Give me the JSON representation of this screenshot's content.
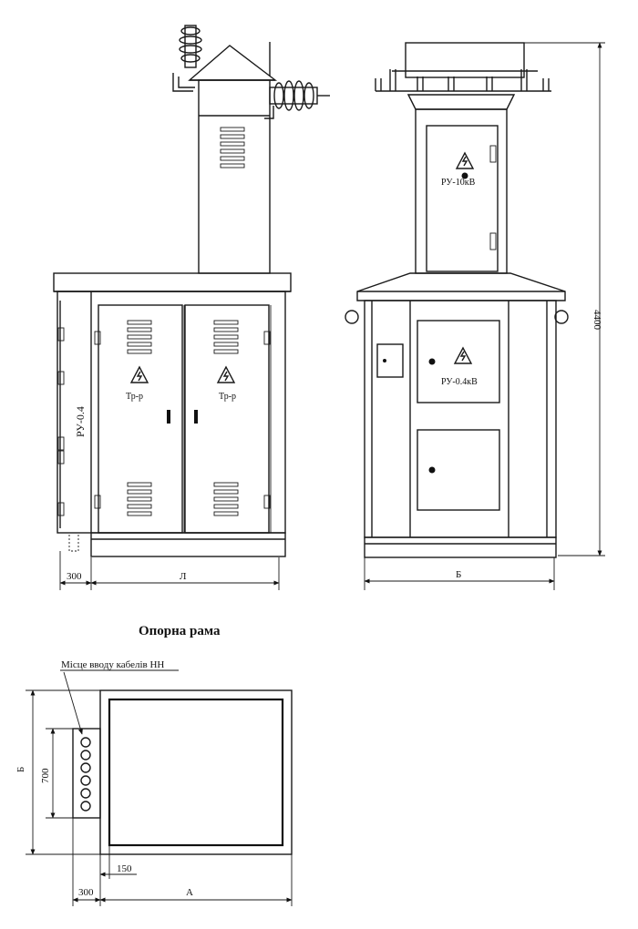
{
  "left_view": {
    "bay_label": "РУ-0.4",
    "door_left_label": "Тр-р",
    "door_right_label": "Тр-р",
    "dim_left": "300",
    "dim_width": "Л"
  },
  "right_view": {
    "upper_label": "РУ-10кВ",
    "lower_label": "РУ-0.4кВ",
    "dim_width": "Б",
    "dim_height": "4400"
  },
  "frame": {
    "title": "Опорна  рама",
    "cable_entry_label": "Місце вводу кабелів НН",
    "dim_side": "Б",
    "dim_700": "700",
    "dim_150": "150",
    "dim_300": "300",
    "dim_width": "А"
  }
}
